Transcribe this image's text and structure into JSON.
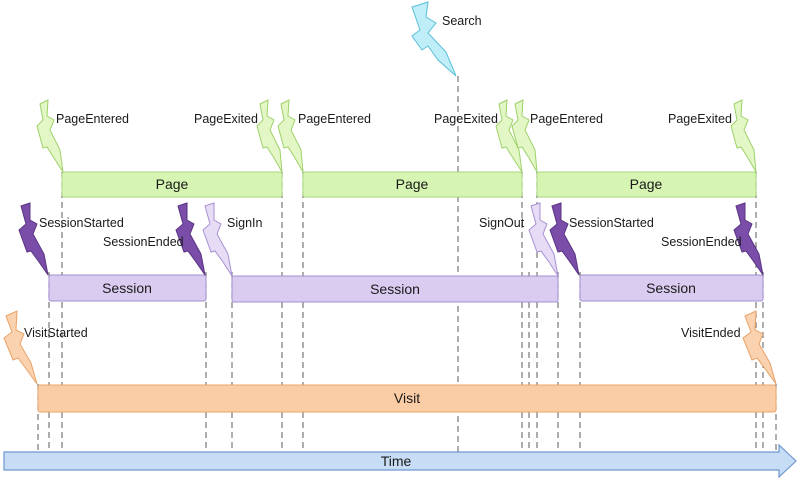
{
  "colors": {
    "page": "#d6f5b3",
    "page_stroke": "#a9d67f",
    "session": "#d9ccf0",
    "session_stroke": "#a48fd0",
    "visit": "#fbcda6",
    "visit_stroke": "#e9a66c",
    "time": "#c7dcf5",
    "time_stroke": "#6f97cf",
    "bolt_page": "#e2f7c5",
    "bolt_page_stroke": "#9ed16a",
    "bolt_session": "#7a4ea8",
    "bolt_session_stroke": "#5a3483",
    "bolt_signin": "#e6dcf6",
    "bolt_signin_stroke": "#a890d2",
    "bolt_visit": "#fbd2af",
    "bolt_visit_stroke": "#e8a269",
    "bolt_search": "#bfeef8",
    "bolt_search_stroke": "#59bfd8",
    "guide": "#777777"
  },
  "bars": {
    "pages": [
      "Page",
      "Page",
      "Page"
    ],
    "sessions": [
      "Session",
      "Session",
      "Session"
    ],
    "visit": "Visit",
    "time": "Time"
  },
  "events": {
    "search": "Search",
    "page_entered": [
      "PageEntered",
      "PageEntered",
      "PageEntered"
    ],
    "page_exited": [
      "PageExited",
      "PageExited",
      "PageExited"
    ],
    "session_started": [
      "SessionStarted",
      "SessionStarted"
    ],
    "session_ended": [
      "SessionEnded",
      "SessionEnded"
    ],
    "sign_in": "SignIn",
    "sign_out": "SignOut",
    "visit_started": "VisitStarted",
    "visit_ended": "VisitEnded"
  }
}
